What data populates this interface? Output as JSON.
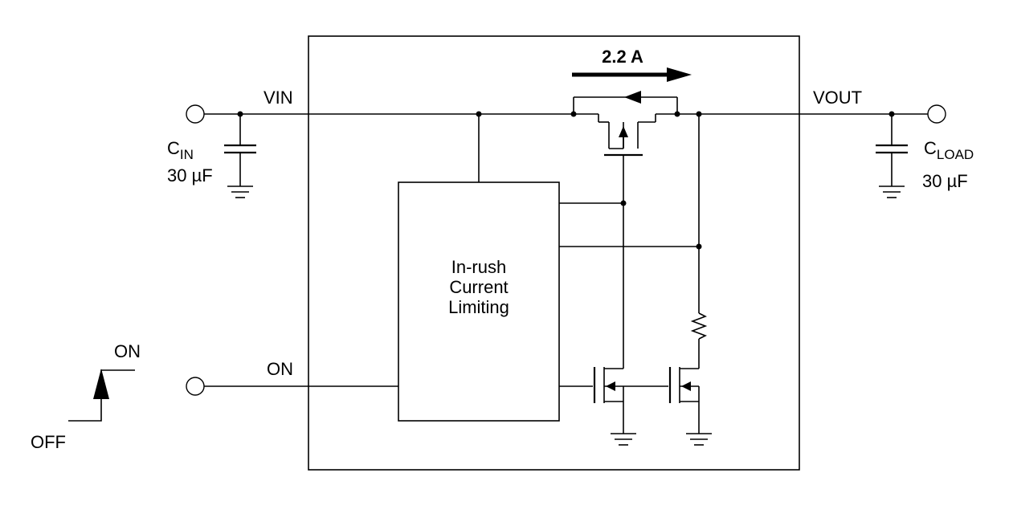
{
  "labels": {
    "vin": "VIN",
    "vout": "VOUT",
    "on_pin": "ON",
    "current": "2.2 A",
    "block_line1": "In-rush",
    "block_line2": "Current",
    "block_line3": "Limiting",
    "cin_main": "C",
    "cin_sub": "IN",
    "cin_value": "30 µF",
    "cload_main": "C",
    "cload_sub": "LOAD",
    "cload_value": "30 µF",
    "switch_on": "ON",
    "switch_off": "OFF"
  }
}
